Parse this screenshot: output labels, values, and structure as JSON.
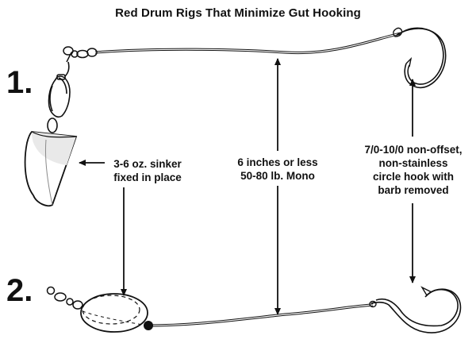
{
  "title": "Red Drum Rigs That Minimize Gut Hooking",
  "rigs": [
    {
      "number": "1."
    },
    {
      "number": "2."
    }
  ],
  "labels": {
    "sinker": [
      "3-6 oz. sinker",
      "fixed in place"
    ],
    "leader": [
      "6 inches or less",
      "50-80 lb. Mono"
    ],
    "hook": [
      "7/0-10/0 non-offset,",
      "non-stainless",
      "circle hook with",
      "barb removed"
    ]
  }
}
